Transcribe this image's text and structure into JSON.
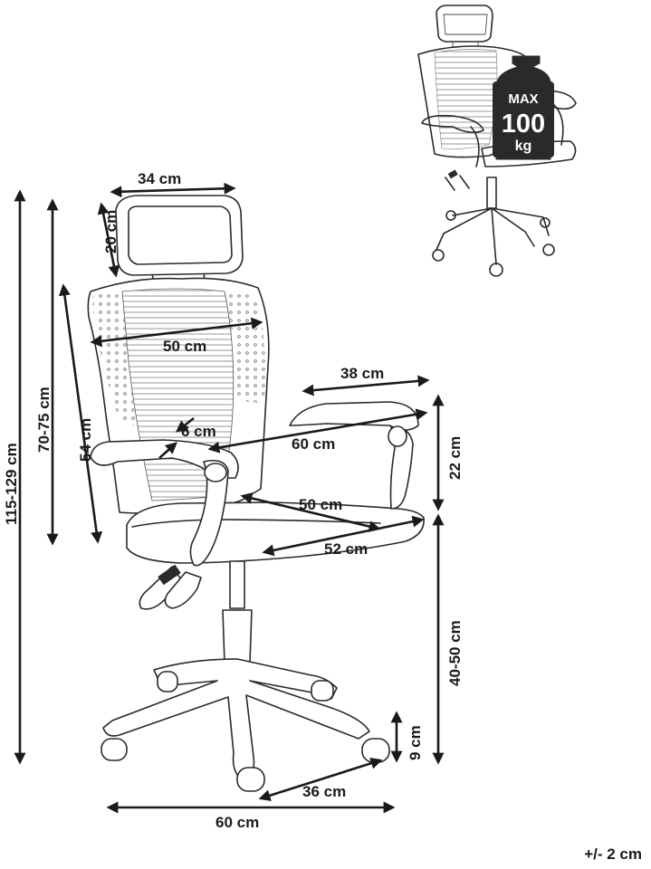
{
  "dimensions": {
    "headrest_width": "34 cm",
    "headrest_height": "20 cm",
    "backrest_width": "50 cm",
    "backrest_height": "54 cm",
    "total_height": "115-129 cm",
    "back_height": "70-75 cm",
    "armrest_length": "38 cm",
    "armrest_width": "6 cm",
    "inner_width": "60 cm",
    "armrest_height": "22 cm",
    "seat_depth": "50 cm",
    "seat_width": "52 cm",
    "seat_height": "40-50 cm",
    "wheel_height": "9 cm",
    "leg_length": "36 cm",
    "base_width": "60 cm"
  },
  "badge": {
    "line1": "MAX",
    "line2": "100",
    "line3": "kg"
  },
  "tolerance": "+/- 2 cm"
}
